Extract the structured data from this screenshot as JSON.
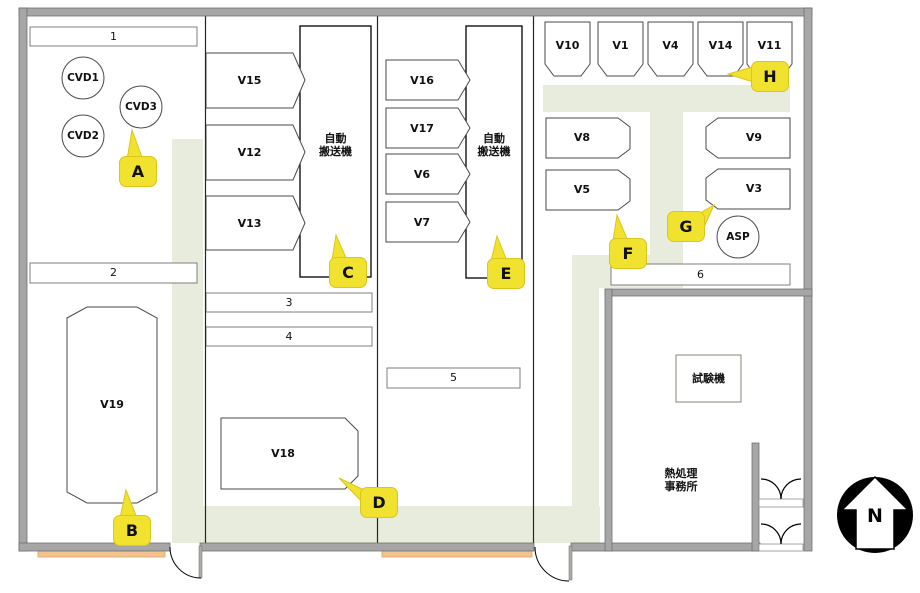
{
  "colors": {
    "path_green": "#E8ECDC",
    "door_orange": "#F4C28F",
    "callout_yellow": "#F2E230",
    "wall_gray": "#A6A6A6"
  },
  "zones": {
    "z1": "1",
    "z2": "2",
    "z3": "3",
    "z4": "4",
    "z5": "5",
    "z6": "6"
  },
  "machines": {
    "cvd1": "CVD1",
    "cvd2": "CVD2",
    "cvd3": "CVD3",
    "v19": "V19",
    "v15": "V15",
    "v12": "V12",
    "v13": "V13",
    "v18": "V18",
    "v16": "V16",
    "v17": "V17",
    "v6": "V6",
    "v7": "V7",
    "v10": "V10",
    "v1": "V1",
    "v4": "V4",
    "v14": "V14",
    "v11": "V11",
    "v8": "V8",
    "v5": "V5",
    "v9": "V9",
    "v3": "V3",
    "asp": "ASP"
  },
  "conveyors": {
    "west": {
      "line1": "自動",
      "line2": "搬送機"
    },
    "east": {
      "line1": "自動",
      "line2": "搬送機"
    }
  },
  "rooms": {
    "office": {
      "line1": "熱処理",
      "line2": "事務所"
    },
    "tester": "試験機"
  },
  "callouts": {
    "a": "A",
    "b": "B",
    "c": "C",
    "d": "D",
    "e": "E",
    "f": "F",
    "g": "G",
    "h": "H"
  },
  "compass": {
    "label": "N"
  }
}
